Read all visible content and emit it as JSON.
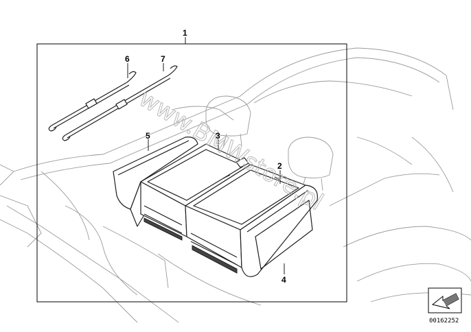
{
  "callouts": {
    "c1": "1",
    "c2": "2",
    "c3": "3",
    "c4": "4",
    "c5": "5",
    "c6": "6",
    "c7": "7"
  },
  "watermark": "www.BMWstore.pl",
  "doc_id": "00162252",
  "icons": {
    "nav": "arrow-icon"
  }
}
